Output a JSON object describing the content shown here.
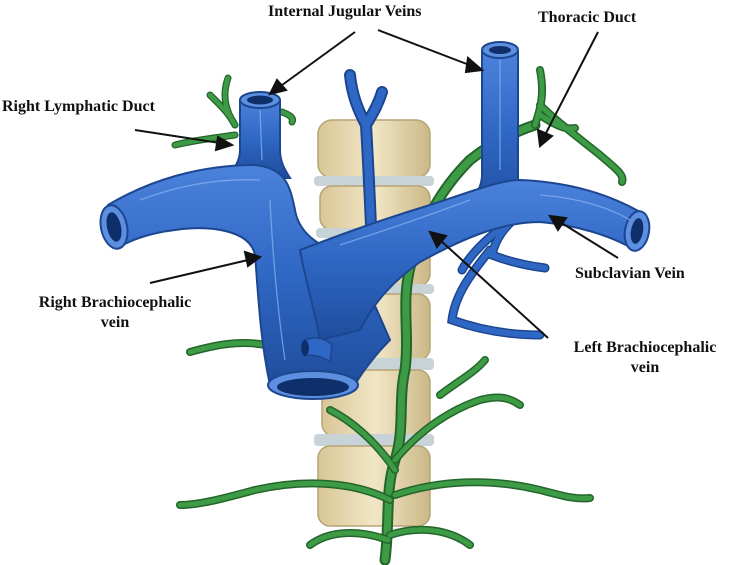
{
  "labels": {
    "internal_jugular_veins": "Internal Jugular Veins",
    "thoracic_duct": "Thoracic Duct",
    "right_lymphatic_duct": "Right Lymphatic Duct",
    "subclavian_vein": "Subclavian Vein",
    "right_brachiocephalic_line1": "Right Brachiocephalic",
    "right_brachiocephalic_line2": "vein",
    "left_brachiocephalic_line1": "Left Brachiocephalic",
    "left_brachiocephalic_line2": "vein"
  },
  "colors": {
    "vein": "#2f67c4",
    "vein_dark": "#1d4690",
    "vein_light": "#6a9be6",
    "lymph": "#3d9a45",
    "lymph_dark": "#24652b",
    "spine": "#eadcb4",
    "spine_shade": "#c9b88a",
    "disc": "#c7d3d6"
  }
}
